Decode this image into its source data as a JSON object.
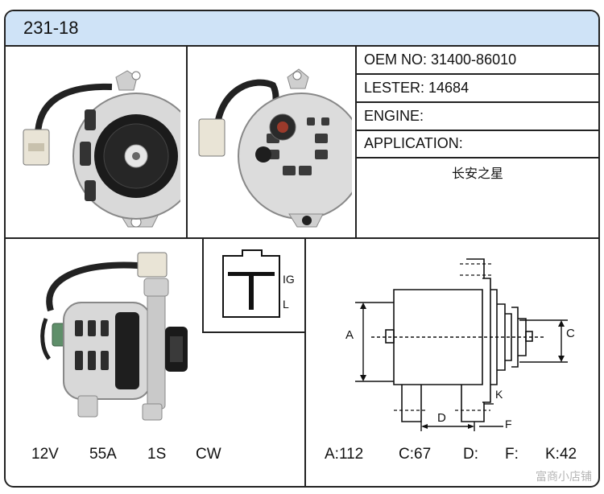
{
  "header": {
    "title": "231-18"
  },
  "info": {
    "oem": "OEM NO: 31400-86010",
    "lester": "LESTER: 14684",
    "engine": "ENGINE:",
    "application": "APPLICATION:",
    "application_value": "长安之星"
  },
  "connector": {
    "pin_top": "IG",
    "pin_bottom": "L"
  },
  "specs": {
    "voltage": "12V",
    "current": "55A",
    "pulley": "1S",
    "rotation": "CW"
  },
  "dimensions": {
    "a": "A:112",
    "c": "C:67",
    "d": "D:",
    "f": "F:",
    "k": "K:42",
    "drawing_labels": {
      "a": "A",
      "c": "C",
      "d": "D",
      "f": "F",
      "k": "K"
    }
  },
  "watermark": "富商小店铺",
  "colors": {
    "header_bg": "#cfe3f7",
    "border": "#222222"
  }
}
